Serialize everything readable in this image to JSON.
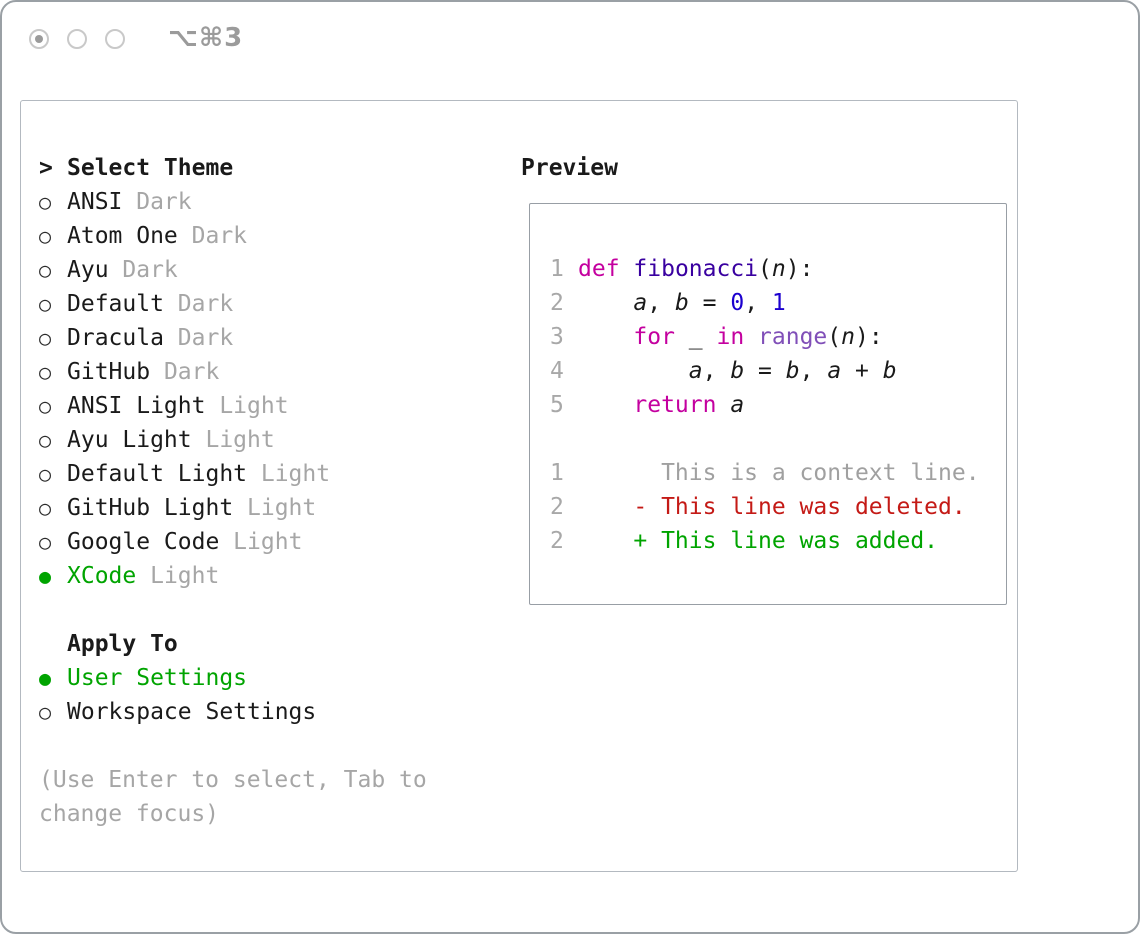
{
  "titlebar": {
    "shortcut": "⌥⌘3"
  },
  "glyphs": {
    "prompt": ">",
    "radio_selected": "●",
    "radio_unselected": "○"
  },
  "theme_picker": {
    "title": "Select Theme",
    "themes": [
      {
        "name": "ANSI",
        "variant": "Dark",
        "selected": false
      },
      {
        "name": "Atom One",
        "variant": "Dark",
        "selected": false
      },
      {
        "name": "Ayu",
        "variant": "Dark",
        "selected": false
      },
      {
        "name": "Default",
        "variant": "Dark",
        "selected": false
      },
      {
        "name": "Dracula",
        "variant": "Dark",
        "selected": false
      },
      {
        "name": "GitHub",
        "variant": "Dark",
        "selected": false
      },
      {
        "name": "ANSI Light",
        "variant": "Light",
        "selected": false
      },
      {
        "name": "Ayu Light",
        "variant": "Light",
        "selected": false
      },
      {
        "name": "Default Light",
        "variant": "Light",
        "selected": false
      },
      {
        "name": "GitHub Light",
        "variant": "Light",
        "selected": false
      },
      {
        "name": "Google Code",
        "variant": "Light",
        "selected": false
      },
      {
        "name": "XCode",
        "variant": "Light",
        "selected": true
      }
    ],
    "apply_to": {
      "title": "Apply To",
      "options": [
        {
          "label": "User Settings",
          "selected": true
        },
        {
          "label": "Workspace Settings",
          "selected": false
        }
      ]
    },
    "hint": "(Use Enter to select, Tab to change focus)"
  },
  "preview": {
    "title": "Preview",
    "code_lines": [
      {
        "num": "1",
        "tokens": [
          [
            "def",
            "kw"
          ],
          [
            " ",
            "plain"
          ],
          [
            "fibonacci",
            "fn"
          ],
          [
            "(",
            "plain"
          ],
          [
            "n",
            "var"
          ],
          [
            "):",
            "plain"
          ]
        ]
      },
      {
        "num": "2",
        "tokens": [
          [
            "    ",
            "plain"
          ],
          [
            "a",
            "var"
          ],
          [
            ", ",
            "plain"
          ],
          [
            "b",
            "var"
          ],
          [
            " = ",
            "plain"
          ],
          [
            "0",
            "num"
          ],
          [
            ", ",
            "plain"
          ],
          [
            "1",
            "num"
          ]
        ]
      },
      {
        "num": "3",
        "tokens": [
          [
            "    ",
            "plain"
          ],
          [
            "for",
            "kw"
          ],
          [
            " _ ",
            "plain"
          ],
          [
            "in",
            "kw"
          ],
          [
            " ",
            "plain"
          ],
          [
            "range",
            "call"
          ],
          [
            "(",
            "plain"
          ],
          [
            "n",
            "var"
          ],
          [
            "):",
            "plain"
          ]
        ]
      },
      {
        "num": "4",
        "tokens": [
          [
            "        ",
            "plain"
          ],
          [
            "a",
            "var"
          ],
          [
            ", ",
            "plain"
          ],
          [
            "b",
            "var"
          ],
          [
            " = ",
            "plain"
          ],
          [
            "b",
            "var"
          ],
          [
            ", ",
            "plain"
          ],
          [
            "a",
            "var"
          ],
          [
            " + ",
            "plain"
          ],
          [
            "b",
            "var"
          ]
        ]
      },
      {
        "num": "5",
        "tokens": [
          [
            "    ",
            "plain"
          ],
          [
            "return",
            "kw"
          ],
          [
            " ",
            "plain"
          ],
          [
            "a",
            "var"
          ]
        ]
      }
    ],
    "diff_lines": [
      {
        "num": "1",
        "prefix": "      ",
        "text": "This is a context line.",
        "type": "context"
      },
      {
        "num": "2",
        "prefix": "    - ",
        "text": "This line was deleted.",
        "type": "deleted"
      },
      {
        "num": "2",
        "prefix": "    + ",
        "text": "This line was added.",
        "type": "added"
      }
    ]
  },
  "colors": {
    "accent_green": "#00a400",
    "text_black": "#1a1a1a",
    "muted_gray": "#a6a6a6",
    "keyword_magenta": "#c4009f",
    "function_indigo": "#3900a0",
    "call_purple": "#804fb8",
    "number_blue": "#1c00cf",
    "diff_red": "#c41a16",
    "diff_green": "#00a400",
    "diff_context_gray": "#a0a0a0",
    "line_number_gray": "#a8a8a8"
  }
}
